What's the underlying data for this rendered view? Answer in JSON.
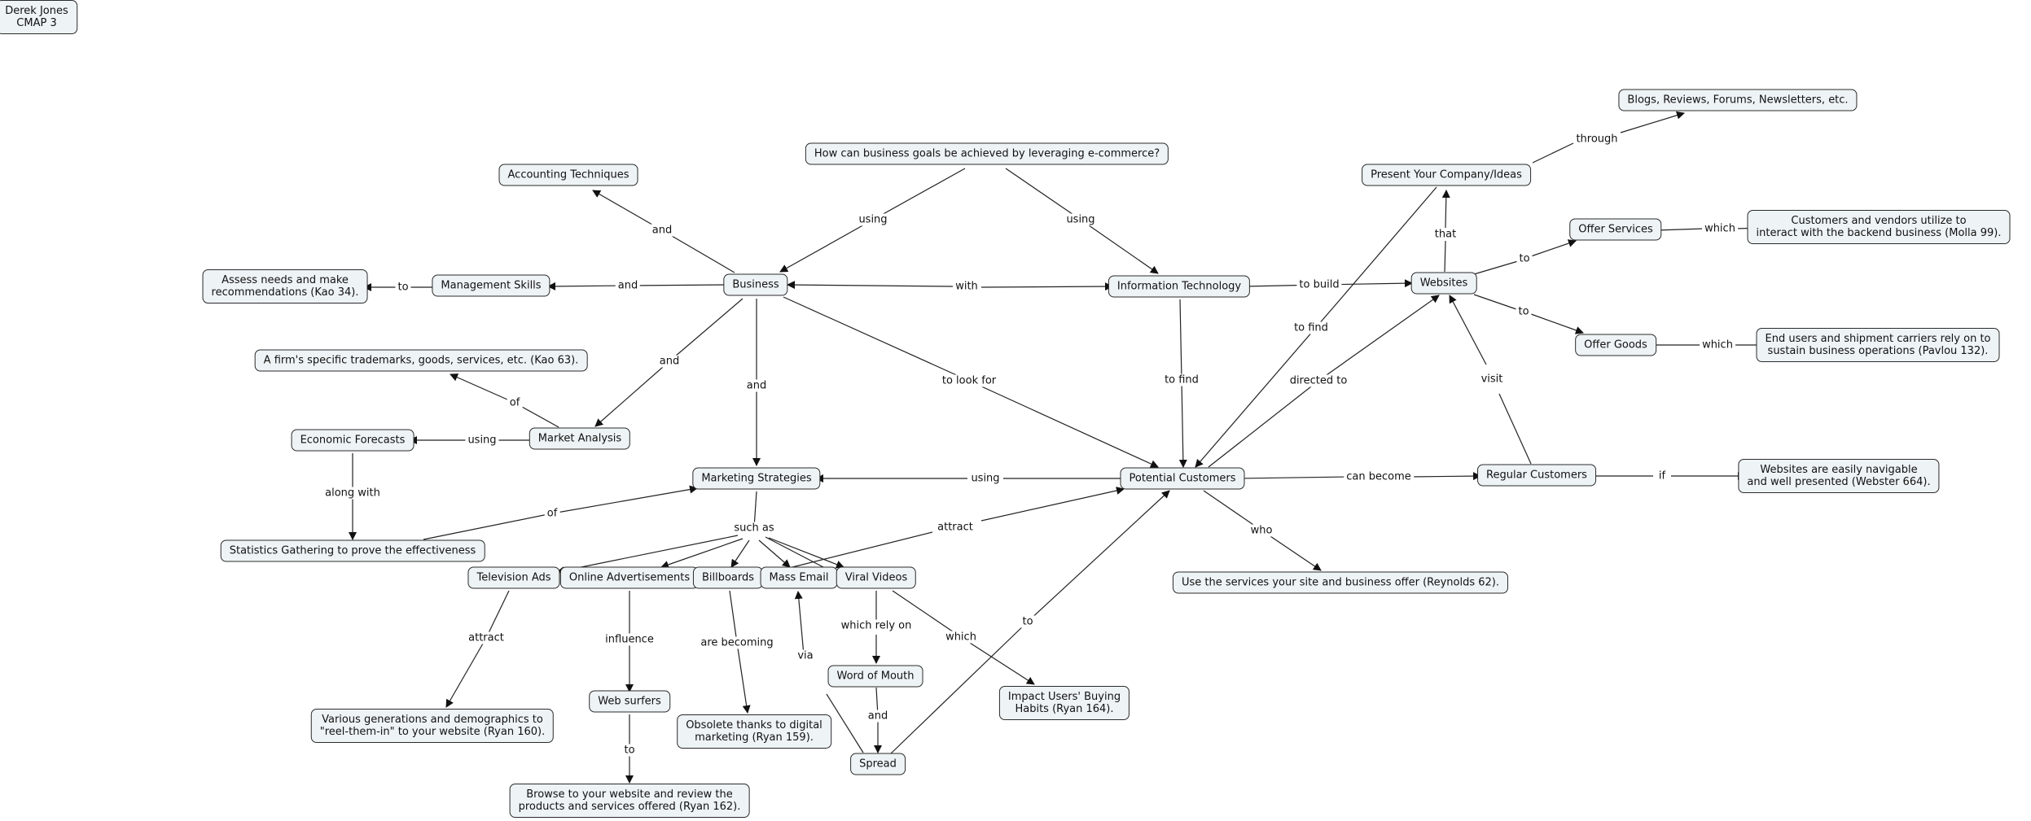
{
  "nodes": {
    "author": "Derek Jones\nCMAP 3",
    "question": "How can business goals be achieved by leveraging e-commerce?",
    "accounting": "Accounting Techniques",
    "business": "Business",
    "assess": "Assess needs and make\nrecommendations (Kao 34).",
    "mgmt": "Management Skills",
    "trademarks": "A firm's specific trademarks, goods, services, etc. (Kao 63).",
    "econ": "Economic Forecasts",
    "market_analysis": "Market Analysis",
    "stats": "Statistics Gathering to prove the effectiveness",
    "marketing": "Marketing Strategies",
    "tv": "Television Ads",
    "online_ads": "Online Advertisements",
    "billboards": "Billboards",
    "mass_email": "Mass Email",
    "viral": "Viral Videos",
    "various": "Various generations and demographics to\n\"reel-them-in\" to your website (Ryan 160).",
    "web_surfers": "Web surfers",
    "browse": "Browse to your website and review the\nproducts and services offered (Ryan 162).",
    "obsolete": "Obsolete thanks to digital\nmarketing (Ryan 159).",
    "wom": "Word of Mouth",
    "spread": "Spread",
    "impact": "Impact Users' Buying\nHabits (Ryan 164).",
    "it": "Information Technology",
    "potential": "Potential Customers",
    "use_services": "Use the services your site and business offer (Reynolds 62).",
    "websites": "Websites",
    "present": "Present Your Company/Ideas",
    "blogs": "Blogs, Reviews, Forums, Newsletters, etc.",
    "offer_services": "Offer Services",
    "cust_vendors": "Customers and vendors utilize to\ninteract with the backend business (Molla 99).",
    "offer_goods": "Offer Goods",
    "end_users": "End users and shipment carriers rely on to\nsustain business operations (Pavlou 132).",
    "regular": "Regular Customers",
    "websites_nav": "Websites are easily navigable\nand well presented (Webster 664)."
  },
  "links": {
    "q_using_business": "using",
    "q_using_it": "using",
    "business_and_accounting": "and",
    "business_and_mgmt": "and",
    "mgmt_to_assess": "to",
    "business_and_market": "and",
    "business_and_marketing": "and",
    "business_with_it": "with",
    "business_tolookfor": "to look for",
    "market_of": "of",
    "market_using": "using",
    "econ_alongwith": "along with",
    "stats_of": "of",
    "marketing_suchas": "such as",
    "potential_using": "using",
    "email_attract": "attract",
    "tv_attract": "attract",
    "online_influence": "influence",
    "surfers_to": "to",
    "billboards_arebecoming": "are becoming",
    "spread_via": "via",
    "viral_whichrelyon": "which rely on",
    "viral_which": "which",
    "wom_and": "and",
    "spread_to": "to",
    "it_tobuild": "to build",
    "it_tofind": "to find",
    "websites_tofind": "to find",
    "potential_directedto": "directed to",
    "potential_canbecome": "can become",
    "potential_who": "who",
    "websites_that": "that",
    "present_through": "through",
    "websites_to_services": "to",
    "websites_to_goods": "to",
    "services_which": "which",
    "goods_which": "which",
    "regular_visit": "visit",
    "regular_if": "if"
  }
}
